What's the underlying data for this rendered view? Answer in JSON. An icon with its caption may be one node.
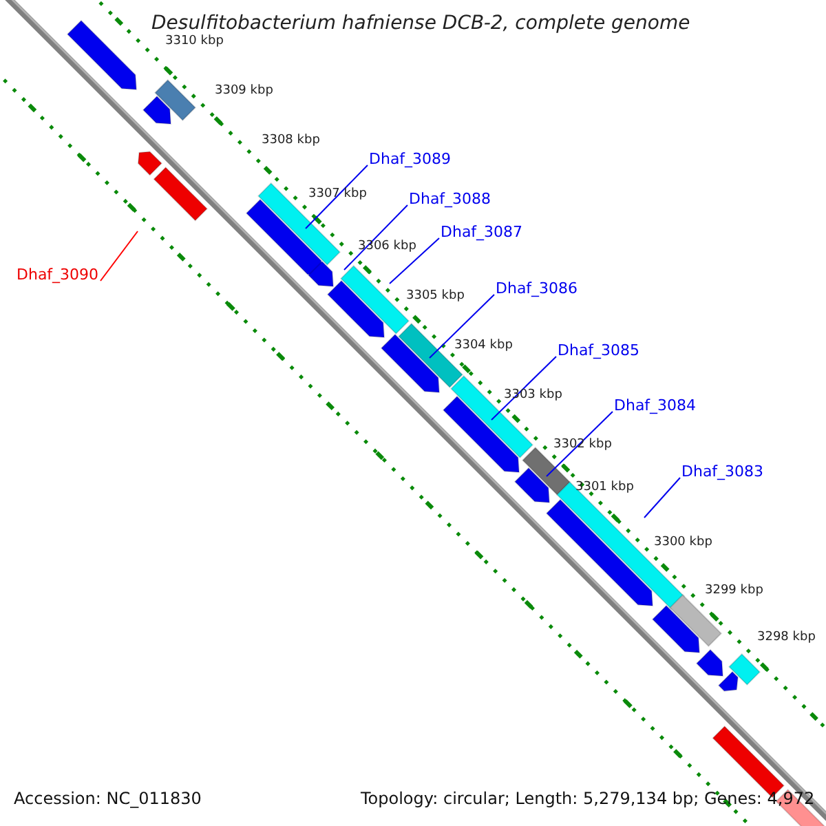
{
  "diagram": {
    "title": "Desulfitobacterium hafniense DCB-2, complete genome",
    "nodes": [
      {
        "text": [
          "Dhaf_3089"
        ]
      },
      {
        "text": [
          "Dhaf_3088"
        ]
      },
      {
        "text": [
          "Dhaf_3087"
        ]
      },
      {
        "text": [
          "Dhaf_3090"
        ]
      },
      {
        "text": [
          "Dhaf_3086"
        ]
      },
      {
        "text": [
          "Dhaf_3085"
        ]
      },
      {
        "text": [
          "Dhaf_3084"
        ]
      },
      {
        "text": [
          "Dhaf_3083"
        ]
      }
    ],
    "edges": [
      {
        "from": 0,
        "to": null,
        "arrow": "none"
      },
      {
        "from": 1,
        "to": null,
        "arrow": "none"
      },
      {
        "from": 2,
        "to": null,
        "arrow": "none"
      },
      {
        "from": 3,
        "to": null,
        "arrow": "none",
        "color": "#ff0000"
      },
      {
        "from": 4,
        "to": null,
        "arrow": "none"
      },
      {
        "from": 5,
        "to": null,
        "arrow": "none"
      },
      {
        "from": 6,
        "to": null,
        "arrow": "none"
      },
      {
        "from": 7,
        "to": null,
        "arrow": "none"
      }
    ],
    "labels": [
      "3310 kbp",
      "3309 kbp",
      "3308 kbp",
      "3307 kbp",
      "3306 kbp",
      "3305 kbp",
      "3304 kbp",
      "3303 kbp",
      "3302 kbp",
      "3301 kbp",
      "3300 kbp",
      "3299 kbp",
      "3298 kbp",
      "Accession: NC_011830",
      "Topology: circular; Length: 5,279,134 bp; Genes: 4,972"
    ]
  }
}
